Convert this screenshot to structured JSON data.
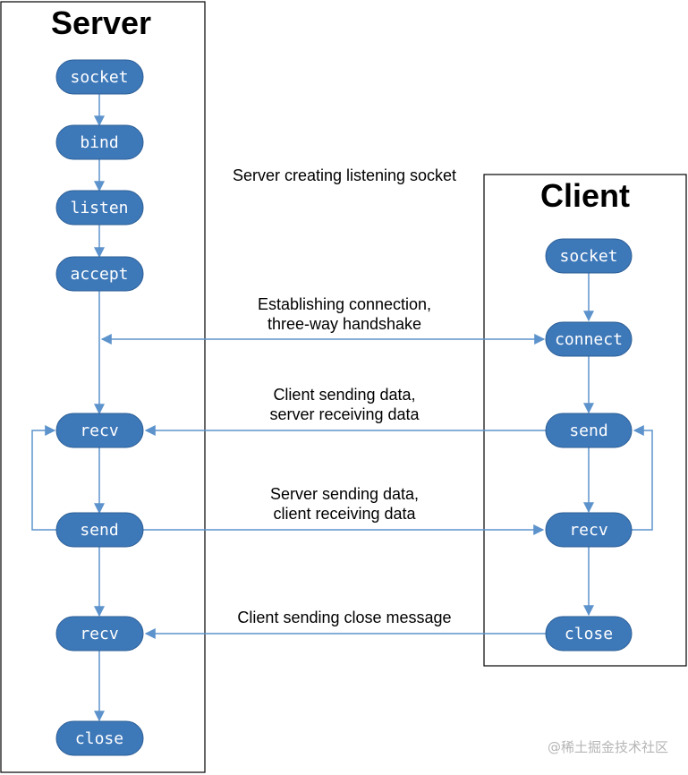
{
  "server": {
    "title": "Server",
    "socket": "socket",
    "bind": "bind",
    "listen": "listen",
    "accept": "accept",
    "recv1": "recv",
    "send": "send",
    "recv2": "recv",
    "close": "close"
  },
  "client": {
    "title": "Client",
    "socket": "socket",
    "connect": "connect",
    "send": "send",
    "recv": "recv",
    "close": "close"
  },
  "labels": {
    "listening": "Server creating listening socket",
    "connect_1": "Establishing connection,",
    "connect_2": "three-way handshake",
    "csend_1": "Client sending data,",
    "csend_2": "server receiving data",
    "ssend_1": "Server sending data,",
    "ssend_2": "client receiving data",
    "close_msg": "Client sending close message"
  },
  "watermark": "@稀土掘金技术社区",
  "colors": {
    "node_fill": "#3d78b9",
    "edge": "#5d93cc"
  }
}
